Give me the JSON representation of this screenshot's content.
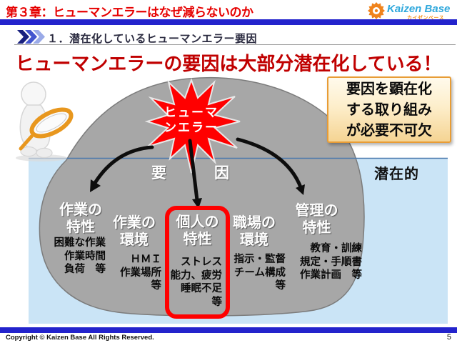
{
  "header": {
    "title": "第３章：ヒューマンエラーはなぜ減らないのか",
    "logo_name": "Kaizen Base",
    "logo_subtitle": "カイゼンベース"
  },
  "section": {
    "title": "１．潜在化しているヒューマンエラー要因"
  },
  "headline": "ヒューマンエラーの要因は大部分潜在化している！",
  "callout": {
    "line1": "要因を顕在化",
    "line2": "する取り組み",
    "line3": "が必要不可欠"
  },
  "iceberg": {
    "burst_line1": "ヒューマ",
    "burst_line2": "ンエラー",
    "cause_left": "要",
    "cause_right": "因",
    "latent_label": "潜在的",
    "groups": [
      {
        "title_line1": "作業の",
        "title_line2": "特性",
        "items": [
          "困難な作業",
          "作業時間",
          "負荷　等"
        ]
      },
      {
        "title_line1": "作業の",
        "title_line2": "環境",
        "items": [
          "ＨＭＩ",
          "作業場所",
          "等"
        ]
      },
      {
        "title_line1": "個人の",
        "title_line2": "特性",
        "items": [
          "ストレス",
          "能力、疲労",
          "睡眠不足",
          "等"
        ]
      },
      {
        "title_line1": "職場の",
        "title_line2": "環境",
        "items": [
          "指示・監督",
          "チーム構成",
          "等"
        ]
      },
      {
        "title_line1": "管理の",
        "title_line2": "特性",
        "items": [
          "教育・訓練",
          "規定・手順書",
          "作業計画　等"
        ]
      }
    ]
  },
  "footer": {
    "copyright": "Copyright ©  Kaizen Base  All Rights Reserved.",
    "page_number": "5"
  },
  "colors": {
    "accent_blue": "#2323cc",
    "title_red": "#e60000",
    "headline_red": "#c00000",
    "iceberg_gray": "#a7a7a7",
    "water_blue": "#cae4f6",
    "burst_red": "#ff0000",
    "callout_border": "#e89c35",
    "highlight_frame": "#ff0000"
  }
}
